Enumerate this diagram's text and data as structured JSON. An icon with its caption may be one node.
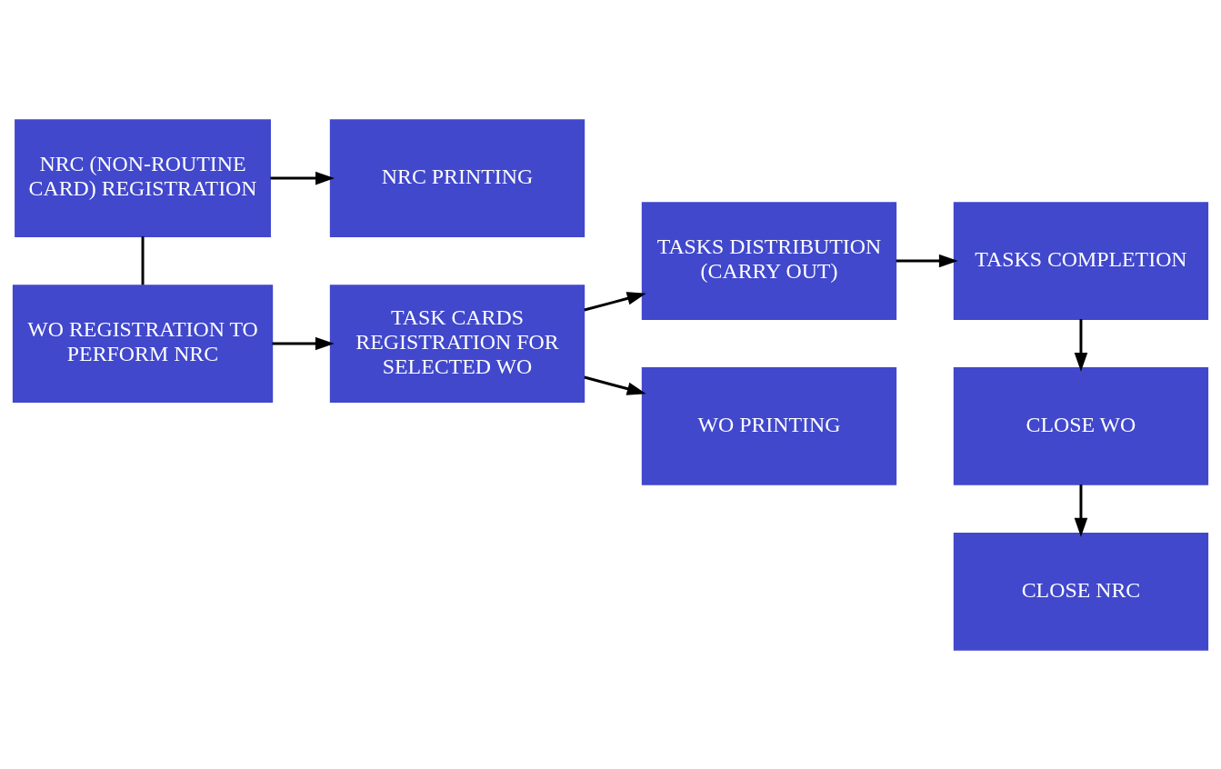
{
  "diagram": {
    "nodes": [
      {
        "text": [
          "NRC (NON-ROUTINE CARD) REGISTRATION"
        ]
      },
      {
        "text": [
          "NRC PRINTING"
        ]
      },
      {
        "text": [
          "WO REGISTRATION TO PERFORM NRC"
        ]
      },
      {
        "text": [
          "TASK CARDS REGISTRATION FOR SELECTED WO"
        ]
      },
      {
        "text": [
          "TASKS DISTRIBUTION (CARRY OUT)"
        ]
      },
      {
        "text": [
          "WO PRINTING"
        ]
      },
      {
        "text": [
          "TASKS COMPLETION"
        ]
      },
      {
        "text": [
          "CLOSE WO"
        ]
      },
      {
        "text": [
          "CLOSE NRC"
        ]
      }
    ],
    "edges": [
      {
        "from": 0,
        "to": 1,
        "arrow": "to"
      },
      {
        "from": 0,
        "to": 2,
        "arrow": "none"
      },
      {
        "from": 2,
        "to": 3,
        "arrow": "to"
      },
      {
        "from": 3,
        "to": 4,
        "arrow": "to"
      },
      {
        "from": 3,
        "to": 5,
        "arrow": "to"
      },
      {
        "from": 4,
        "to": 6,
        "arrow": "to"
      },
      {
        "from": 6,
        "to": 7,
        "arrow": "to"
      },
      {
        "from": 7,
        "to": 8,
        "arrow": "to"
      }
    ]
  }
}
